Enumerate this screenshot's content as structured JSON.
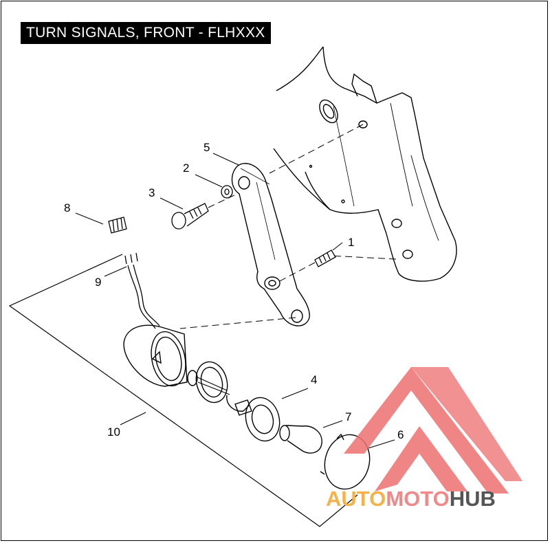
{
  "title": "TURN SIGNALS, FRONT - FLHXXX",
  "callouts": [
    {
      "id": "1",
      "label": "1"
    },
    {
      "id": "2",
      "label": "2"
    },
    {
      "id": "3",
      "label": "3"
    },
    {
      "id": "4",
      "label": "4"
    },
    {
      "id": "5",
      "label": "5"
    },
    {
      "id": "6",
      "label": "6"
    },
    {
      "id": "7",
      "label": "7"
    },
    {
      "id": "8",
      "label": "8"
    },
    {
      "id": "9",
      "label": "9"
    },
    {
      "id": "10",
      "label": "10"
    }
  ],
  "watermark": {
    "part1": "AUTO",
    "part2": "MOTO",
    "part3": "HUB",
    "color_auto": "#f5b24a",
    "color_moto": "#f08a8a",
    "color_hub": "#555555",
    "logo_color": "#ee7070"
  }
}
